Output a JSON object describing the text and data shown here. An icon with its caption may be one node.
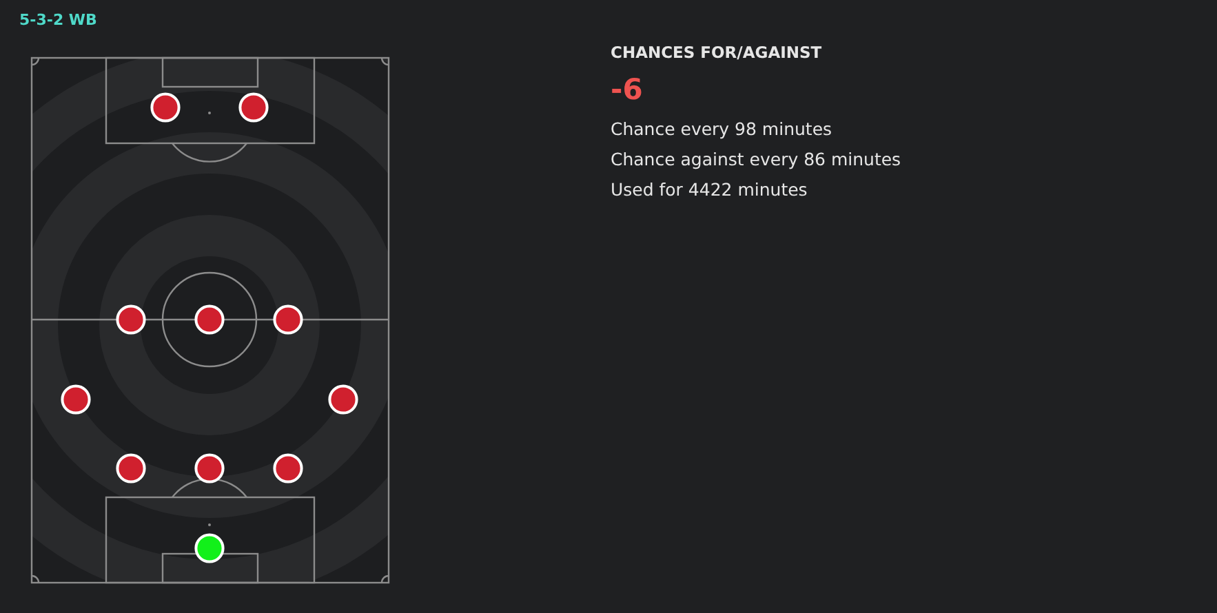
{
  "diagram": {
    "title": "5-3-2 WB",
    "labels": [
      "CHANCES FOR/AGAINST",
      "-6",
      "Chance every 98 minutes",
      "Chance against every 86 minutes",
      "Used for 4422 minutes"
    ]
  }
}
